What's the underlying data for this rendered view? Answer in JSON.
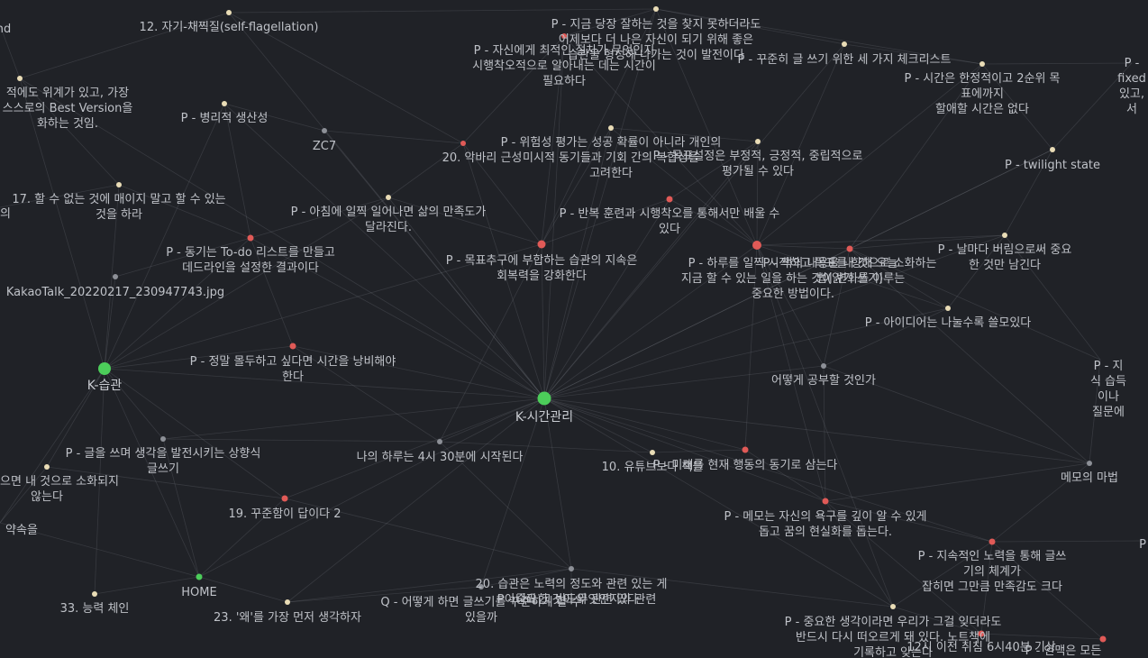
{
  "colors": {
    "background": "#202227",
    "edge": "#8a8d94",
    "label": "#bfc2c8",
    "hub": "#4ccd5a",
    "tag": "#e05a57",
    "note": "#e9dcb6",
    "file": "#8d9097"
  },
  "graph": {
    "nodes": [
      {
        "id": "n1",
        "label": "12. 자기-채찍질(self-flagellation)",
        "type": "note"
      },
      {
        "id": "n2",
        "label": "P - 지금 당장 잘하는 것을 찾지 못하더라도\n어제보다 더 나은 자신이 되기 위해 좋은\n습관을 형성해 나가는 것이 발전이다",
        "type": "note"
      },
      {
        "id": "n3",
        "label": "P - 자신에게 최적인 절차가 무엇인지\n시행착오적으로 알아내는 데는 시간이\n필요하다",
        "type": "tag"
      },
      {
        "id": "n4",
        "label": "P - 꾸준히 글 쓰기 위한 세 가지 체크리스트",
        "type": "note"
      },
      {
        "id": "n5",
        "label": "P - 시간은 한정적이고 2순위 목표에까지\n할애할 시간은 없다",
        "type": "note"
      },
      {
        "id": "n6",
        "label": "P - fixed\n있고, 서",
        "type": "note"
      },
      {
        "id": "n7",
        "label": "nd",
        "type": "note"
      },
      {
        "id": "n8",
        "label": "적에도 위계가 있고, 가장\n스스로의 Best Version을\n화하는 것임.",
        "type": "note"
      },
      {
        "id": "n9",
        "label": "P - 병리적 생산성",
        "type": "note"
      },
      {
        "id": "n10",
        "label": "ZC7",
        "type": "file"
      },
      {
        "id": "n11",
        "label": "P - 위험성 평가는 성공 확률이 아니라 개인의\n미시적 동기들과 기회 간의 복합성을\n고려한다",
        "type": "note"
      },
      {
        "id": "n12",
        "label": "20. 악바리 근성",
        "type": "tag"
      },
      {
        "id": "n13",
        "label": "P - 목표설정은 부정적, 긍정적, 중립적으로\n평가될 수 있다",
        "type": "note"
      },
      {
        "id": "n14",
        "label": "P - twilight state",
        "type": "note"
      },
      {
        "id": "n15",
        "label": "17. 할 수 없는 것에 매이지 말고 할 수 있는\n것을 하라",
        "type": "note"
      },
      {
        "id": "n16",
        "label": "의",
        "type": "note"
      },
      {
        "id": "n17",
        "label": "P - 아침에 일찍 일어나면 삶의 만족도가\n달라진다.",
        "type": "note"
      },
      {
        "id": "n18",
        "label": "P - 반복 훈련과 시행착오를 통해서만 배울 수\n있다",
        "type": "tag"
      },
      {
        "id": "n19",
        "label": "P - 날마다 버림으로써 중요한 것만 남긴다",
        "type": "note"
      },
      {
        "id": "n20",
        "label": "P - 동기는 To-do 리스트를 만들고\n데드라인을 설정한 결과이다",
        "type": "tag"
      },
      {
        "id": "n21",
        "label": "P - 목표추구에 부합하는 습관의 지속은\n회복력을 강화한다",
        "type": "tag"
      },
      {
        "id": "n22",
        "label": "P - 하루를 일찍 시작하고 목표를 향해 오늘\n지금 할 수 있는 일을 하는 것이 변화를 이루는\n중요한 방법이다.",
        "type": "tag"
      },
      {
        "id": "n23",
        "label": "P - 책의 내용을 내 것으로 소화하는\n법(읽기 쓰기)",
        "type": "tag"
      },
      {
        "id": "n24",
        "label": "KakaoTalk_20220217_230947743.jpg",
        "type": "file"
      },
      {
        "id": "n25",
        "label": "P - 아이디어는 나눌수록 쓸모있다",
        "type": "note"
      },
      {
        "id": "n26",
        "label": "K-습관",
        "type": "hub"
      },
      {
        "id": "n27",
        "label": "P - 정말 몰두하고 싶다면 시간을 낭비해야\n한다",
        "type": "tag"
      },
      {
        "id": "n28",
        "label": "K-시간관리",
        "type": "hub"
      },
      {
        "id": "n29",
        "label": "어떻게 공부할 것인가",
        "type": "file"
      },
      {
        "id": "n30",
        "label": "P - 지식 습득이나\n질문에",
        "type": "note"
      },
      {
        "id": "n31",
        "label": "P - 글을 쓰며 생각을 발전시키는 상향식\n글쓰기",
        "type": "file"
      },
      {
        "id": "n32",
        "label": "지 않으면 내 것으로 소화되지\n않는다",
        "type": "note"
      },
      {
        "id": "n33",
        "label": "나의 하루는 4시 30분에 시작된다",
        "type": "file"
      },
      {
        "id": "n34",
        "label": "10. 유튜브보다 책을",
        "type": "note"
      },
      {
        "id": "n35",
        "label": "P - 미래를 현재 행동의 동기로 삼는다",
        "type": "tag"
      },
      {
        "id": "n36",
        "label": "메모의 마법",
        "type": "file"
      },
      {
        "id": "n37",
        "label": "약속을",
        "type": "note"
      },
      {
        "id": "n38",
        "label": "19. 꾸준함이 답이다 2",
        "type": "tag"
      },
      {
        "id": "n39",
        "label": "P - 메모는 자신의 욕구를 깊이 알 수 있게\n돕고 꿈의 현실화를 돕는다.",
        "type": "tag"
      },
      {
        "id": "n40",
        "label": "P - 지속적인 노력을 통해 글쓰기의 체계가\n잡히면 그만큼 만족감도 크다",
        "type": "tag"
      },
      {
        "id": "n41",
        "label": "P",
        "type": "note"
      },
      {
        "id": "n42",
        "label": "20. 습관은 노력의 정도와 관련 있는 게\n아니라 그 빈도와 관련 있다",
        "type": "file"
      },
      {
        "id": "n43",
        "label": "Q - 어떻게 하면 글쓰기를 꾸준하게 할 수\n있을까",
        "type": "file"
      },
      {
        "id": "n44",
        "label": "P - 중요한 것이 무엇인지와 관련",
        "type": "note"
      },
      {
        "id": "n45",
        "label": "HOME",
        "type": "hub"
      },
      {
        "id": "n46",
        "label": "33. 능력 체인",
        "type": "note"
      },
      {
        "id": "n47",
        "label": "23. '왜'를 가장 먼저 생각하자",
        "type": "note"
      },
      {
        "id": "n48",
        "label": "P - 중요한 생각이라면 우리가 그걸 잊더라도\n반드시 다시 떠오르게 돼 있다. 노트책에\n기록하고 잊는다",
        "type": "note"
      },
      {
        "id": "n49",
        "label": "12시 이전 취침 6시40분 기상",
        "type": "tag"
      },
      {
        "id": "n50",
        "label": "P - 인맥은 모든 네트워크의 핵",
        "type": "tag"
      }
    ]
  }
}
